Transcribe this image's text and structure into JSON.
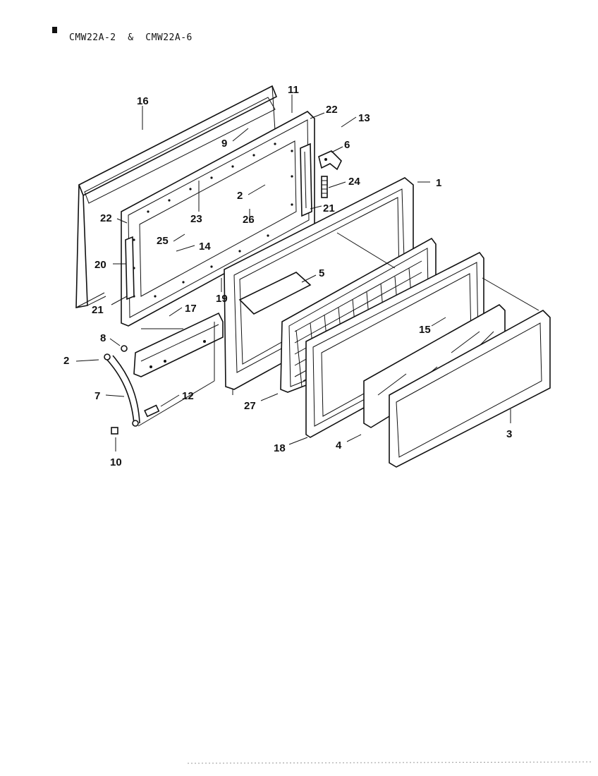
{
  "header": {
    "marker": "■",
    "model_text": "CMW22A-2  &  CMW22A-6"
  },
  "callouts": [
    {
      "id": "16",
      "text": "16"
    },
    {
      "id": "11",
      "text": "11"
    },
    {
      "id": "22a",
      "text": "22"
    },
    {
      "id": "13",
      "text": "13"
    },
    {
      "id": "9",
      "text": "9"
    },
    {
      "id": "6",
      "text": "6"
    },
    {
      "id": "24",
      "text": "24"
    },
    {
      "id": "1",
      "text": "1"
    },
    {
      "id": "2a",
      "text": "2"
    },
    {
      "id": "21a",
      "text": "21"
    },
    {
      "id": "23",
      "text": "23"
    },
    {
      "id": "22b",
      "text": "22"
    },
    {
      "id": "26",
      "text": "26"
    },
    {
      "id": "25",
      "text": "25"
    },
    {
      "id": "14",
      "text": "14"
    },
    {
      "id": "20",
      "text": "20"
    },
    {
      "id": "5",
      "text": "5"
    },
    {
      "id": "19",
      "text": "19"
    },
    {
      "id": "21b",
      "text": "21"
    },
    {
      "id": "17",
      "text": "17"
    },
    {
      "id": "15",
      "text": "15"
    },
    {
      "id": "8",
      "text": "8"
    },
    {
      "id": "2b",
      "text": "2"
    },
    {
      "id": "7",
      "text": "7"
    },
    {
      "id": "12",
      "text": "12"
    },
    {
      "id": "27",
      "text": "27"
    },
    {
      "id": "3",
      "text": "3"
    },
    {
      "id": "18",
      "text": "18"
    },
    {
      "id": "4",
      "text": "4"
    },
    {
      "id": "10",
      "text": "10"
    }
  ]
}
